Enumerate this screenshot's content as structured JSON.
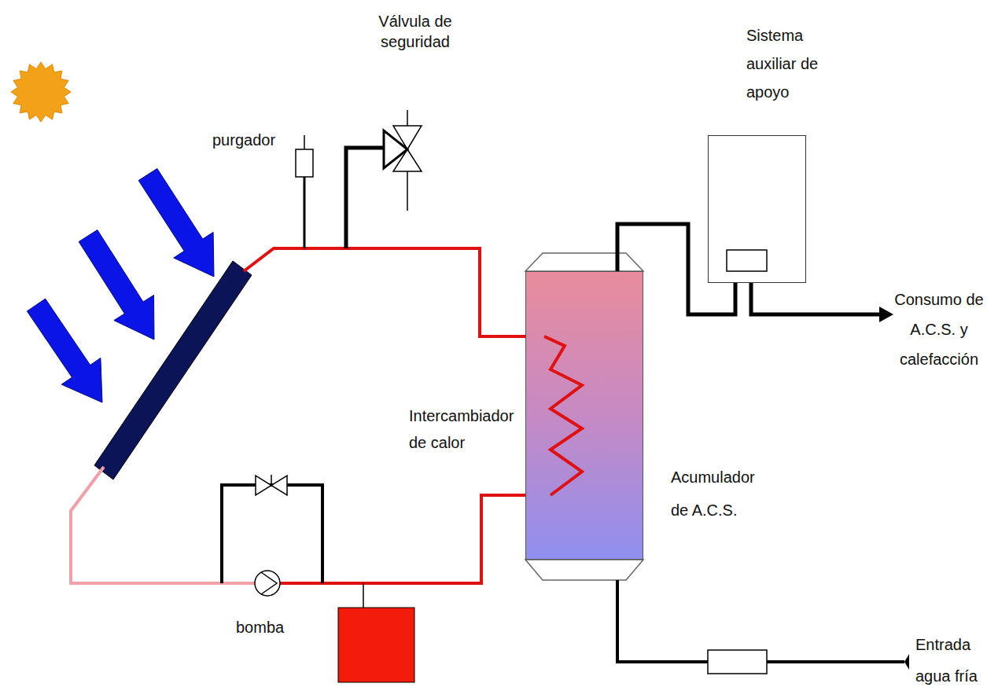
{
  "diagram": {
    "nodes": [
      {
        "text": [
          "Acumulador de A.C.S."
        ]
      },
      {
        "text": [
          "Sistema auxiliar de apoyo"
        ]
      }
    ],
    "edges": [
      {
        "from": 0,
        "to": 1,
        "arrow": "none"
      }
    ],
    "labels": [
      "Válvula de seguridad",
      "purgador",
      "Consumo de A.C.S. y calefacción",
      "Intercambiador de calor",
      "bomba",
      "Entrada agua fría"
    ]
  }
}
